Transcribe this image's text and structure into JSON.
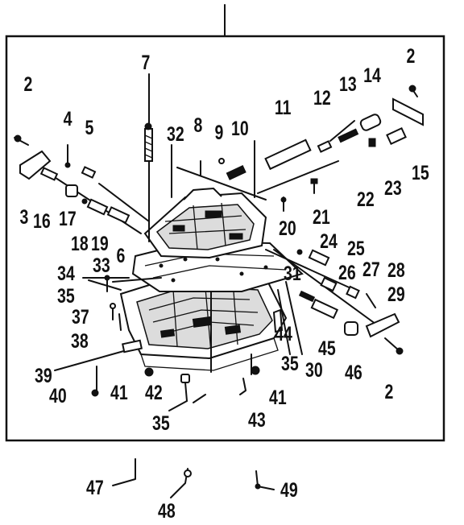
{
  "diagram": {
    "callouts": [
      "2",
      "2",
      "2",
      "3",
      "4",
      "5",
      "6",
      "7",
      "8",
      "9",
      "10",
      "11",
      "12",
      "13",
      "14",
      "15",
      "16",
      "17",
      "18",
      "19",
      "20",
      "21",
      "22",
      "23",
      "24",
      "25",
      "26",
      "27",
      "28",
      "29",
      "30",
      "31",
      "32",
      "33",
      "34",
      "35",
      "35",
      "35",
      "37",
      "38",
      "39",
      "40",
      "41",
      "41",
      "42",
      "43",
      "44",
      "45",
      "46",
      "47",
      "48",
      "49"
    ]
  }
}
